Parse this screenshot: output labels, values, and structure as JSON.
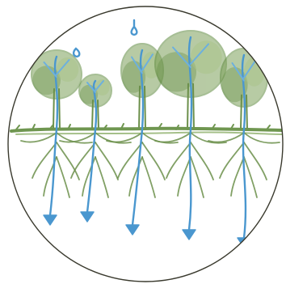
{
  "illustration": {
    "subject": "hand-drawn-trees-roots-water-infiltration",
    "colors": {
      "canopy": "#7da05a",
      "canopy_dark": "#5f8a3f",
      "ground": "#6f9650",
      "roots": "#6b8f4a",
      "water": "#4a97cf",
      "water_light": "#6cb0de",
      "circle_stroke": "#3a3a2e",
      "background": "#ffffff"
    },
    "trees": [
      {
        "id": "tree-1"
      },
      {
        "id": "tree-2"
      },
      {
        "id": "tree-3"
      },
      {
        "id": "tree-4"
      },
      {
        "id": "tree-5"
      }
    ]
  }
}
